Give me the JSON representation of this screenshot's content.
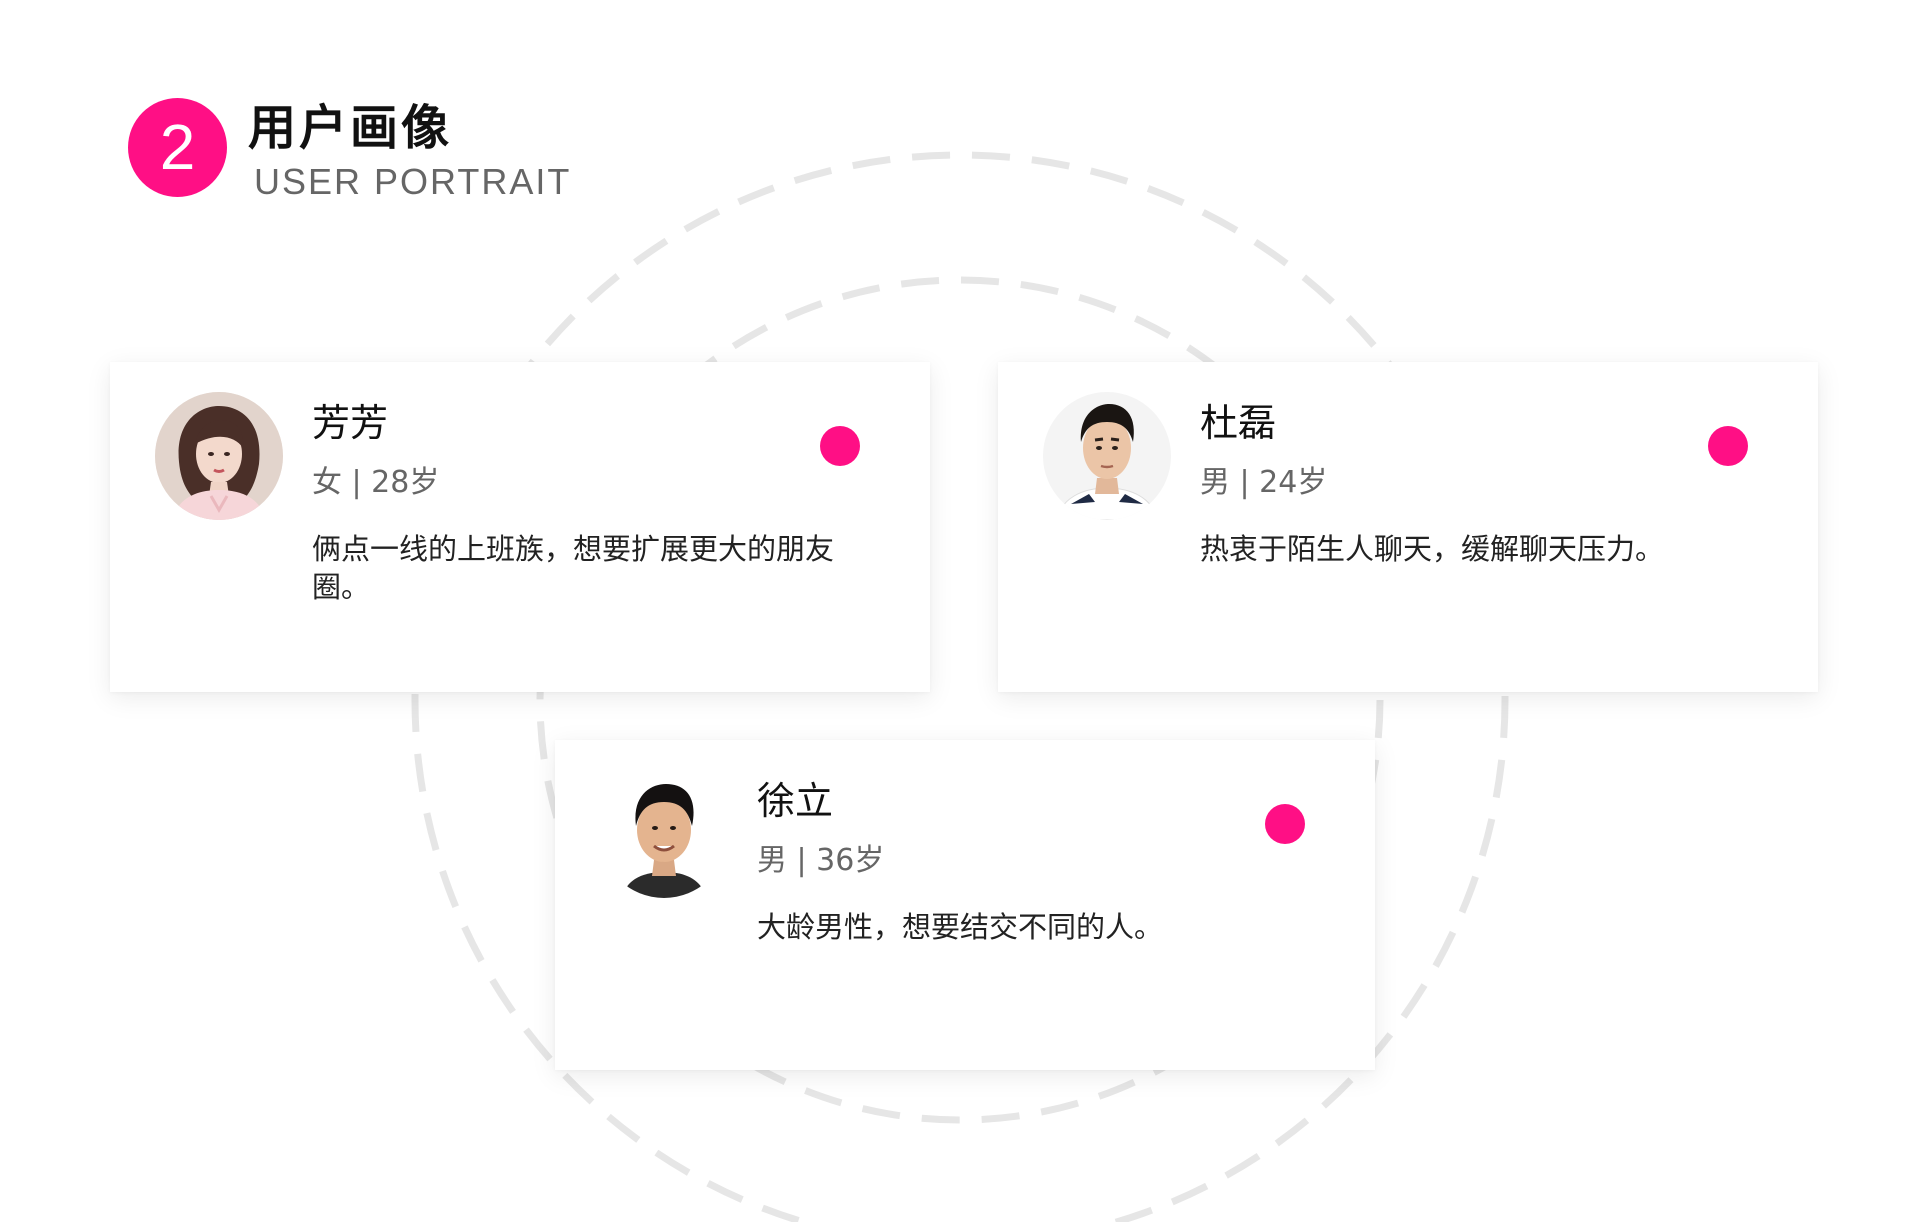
{
  "header": {
    "number": "2",
    "title_cn": "用户画像",
    "title_en": "USER PORTRAIT"
  },
  "colors": {
    "accent": "#ff0f85",
    "ring": "#e6e6e6"
  },
  "personas": [
    {
      "name": "芳芳",
      "meta": "女 | 28岁",
      "description": "俩点一线的上班族，想要扩展更大的朋友圈。",
      "avatar_icon": "woman-avatar-icon"
    },
    {
      "name": "杜磊",
      "meta": "男 | 24岁",
      "description": "热衷于陌生人聊天，缓解聊天压力。",
      "avatar_icon": "young-man-avatar-icon"
    },
    {
      "name": "徐立",
      "meta": "男 | 36岁",
      "description": "大龄男性，想要结交不同的人。",
      "avatar_icon": "man-avatar-icon"
    }
  ]
}
